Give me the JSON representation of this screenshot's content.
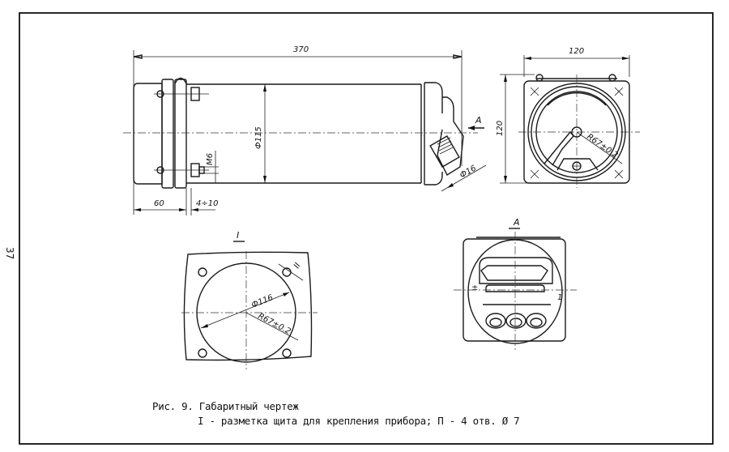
{
  "page": {
    "page_number": "37",
    "ink_color": "#111111",
    "paper_color": "#ffffff"
  },
  "side_view": {
    "dim_overall_length": "370",
    "dim_diameter": "Ф115",
    "dim_front_depth": "60",
    "dim_panel_thickness": "4÷10",
    "dim_thread": "М6",
    "dim_cable_entry": "Ф16",
    "view_arrow_label": "А"
  },
  "front_view": {
    "dim_width": "120",
    "dim_height": "120",
    "dim_radius": "R67±0.2"
  },
  "panel_cutout": {
    "view_label": "I",
    "dim_diameter": "Ф116",
    "dim_radius": "R67±0.2",
    "hole_label": "II"
  },
  "rear_view": {
    "view_label": "А",
    "terminal_labels": [
      "±",
      "1"
    ]
  },
  "caption": {
    "line1": "Рис. 9. Габаритный чертеж",
    "line2": "I - разметка щита для крепления прибора; П - 4 отв. Ø 7"
  }
}
